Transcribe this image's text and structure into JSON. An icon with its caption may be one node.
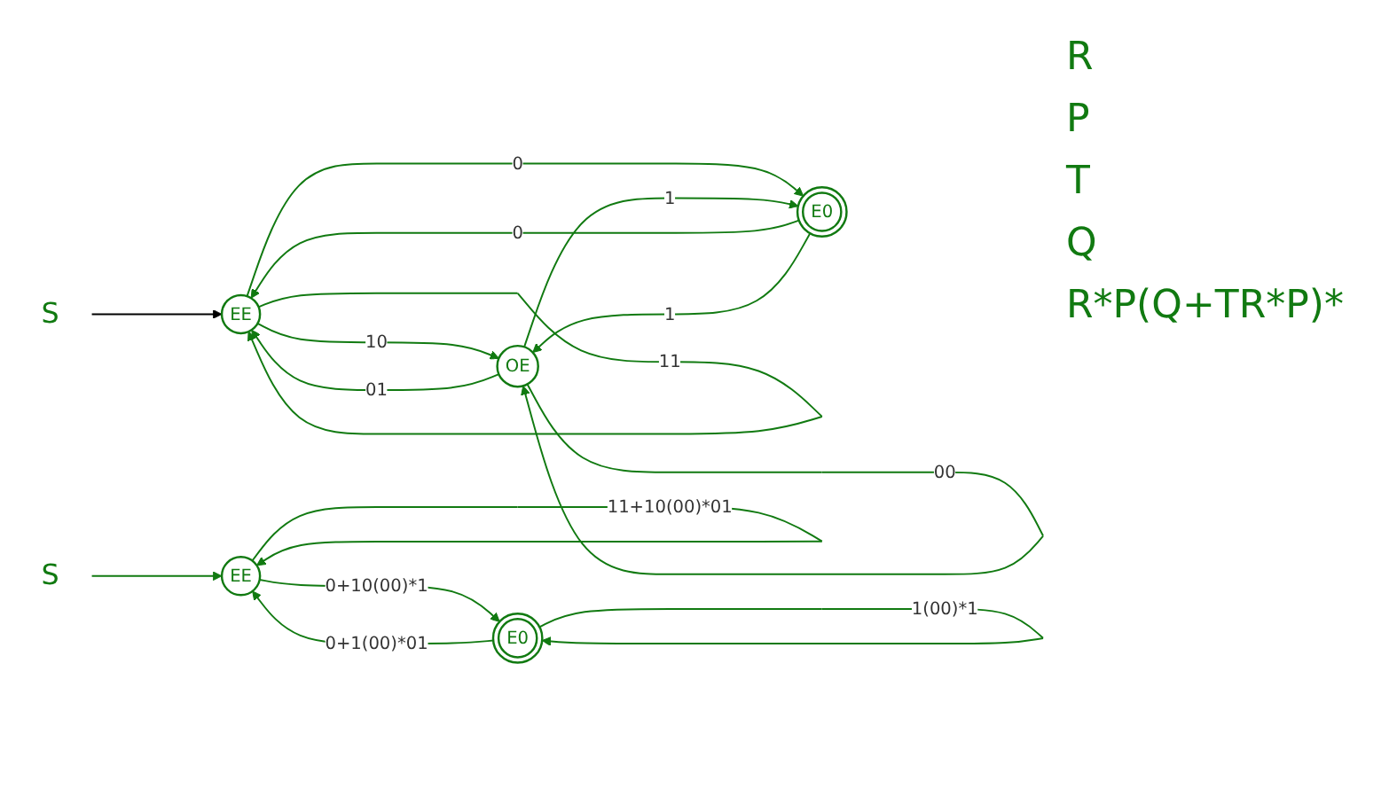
{
  "diagram": {
    "nodes": [
      {
        "text": [
          "S"
        ]
      },
      {
        "text": [
          "EE"
        ]
      },
      {
        "text": [
          "OE"
        ]
      },
      {
        "text": [
          "E0"
        ]
      },
      {
        "text": [
          "S"
        ]
      },
      {
        "text": [
          "EE"
        ]
      },
      {
        "text": [
          "E0"
        ]
      }
    ],
    "edges": [
      {
        "from": 0,
        "to": 1,
        "arrow": "to",
        "color": "#000000"
      },
      {
        "from": 1,
        "to": 1,
        "arrow": "to",
        "label": "11"
      },
      {
        "from": 1,
        "to": 2,
        "arrow": "to",
        "label": "10"
      },
      {
        "from": 2,
        "to": 1,
        "arrow": "to",
        "label": "01"
      },
      {
        "from": 1,
        "to": 3,
        "arrow": "to",
        "label": "0"
      },
      {
        "from": 3,
        "to": 1,
        "arrow": "to",
        "label": "0"
      },
      {
        "from": 2,
        "to": 3,
        "arrow": "to",
        "label": "1"
      },
      {
        "from": 3,
        "to": 2,
        "arrow": "to",
        "label": "1"
      },
      {
        "from": 2,
        "to": 2,
        "arrow": "to",
        "label": "00"
      },
      {
        "from": 4,
        "to": 5,
        "arrow": "to"
      },
      {
        "from": 5,
        "to": 5,
        "arrow": "to",
        "label": "11+10(00)*01"
      },
      {
        "from": 5,
        "to": 6,
        "arrow": "to",
        "label": "0+10(00)*1"
      },
      {
        "from": 6,
        "to": 5,
        "arrow": "to",
        "label": "0+1(00)*01"
      },
      {
        "from": 6,
        "to": 6,
        "arrow": "to",
        "label": "1(00)*1"
      }
    ],
    "labels": [
      "R",
      "P",
      "T",
      "Q",
      "R*P(Q+TR*P)*"
    ]
  }
}
